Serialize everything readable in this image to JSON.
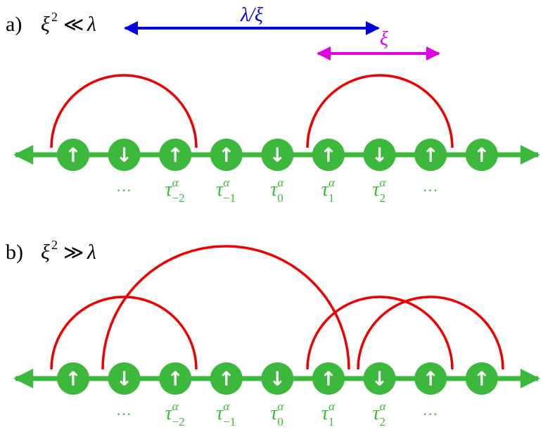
{
  "panels": [
    {
      "label": "a)",
      "condition": {
        "xi": "ξ",
        "exp": "2",
        "rel": "≪",
        "lambda": "λ"
      },
      "arrows": [
        {
          "text": "λ/ξ",
          "color": "#0000dd"
        },
        {
          "text": "ξ",
          "color": "#e000e0"
        }
      ],
      "spins": [
        "↑",
        "↓",
        "↑",
        "↑",
        "↓",
        "↑",
        "↓",
        "↑",
        "↑"
      ],
      "ticks": [
        {
          "text": "···"
        },
        {
          "base": "τ",
          "sup": "α",
          "sub": "−2"
        },
        {
          "base": "τ",
          "sup": "α",
          "sub": "−1"
        },
        {
          "base": "τ",
          "sup": "α",
          "sub": "0"
        },
        {
          "base": "τ",
          "sup": "α",
          "sub": "1"
        },
        {
          "base": "τ",
          "sup": "α",
          "sub": "2"
        },
        {
          "text": "···"
        }
      ]
    },
    {
      "label": "b)",
      "condition": {
        "xi": "ξ",
        "exp": "2",
        "rel": "≫",
        "lambda": "λ"
      },
      "spins": [
        "↑",
        "↓",
        "↑",
        "↑",
        "↓",
        "↑",
        "↓",
        "↑",
        "↑"
      ],
      "ticks": [
        {
          "text": "···"
        },
        {
          "base": "τ",
          "sup": "α",
          "sub": "−2"
        },
        {
          "base": "τ",
          "sup": "α",
          "sub": "−1"
        },
        {
          "base": "τ",
          "sup": "α",
          "sub": "0"
        },
        {
          "base": "τ",
          "sup": "α",
          "sub": "1"
        },
        {
          "base": "τ",
          "sup": "α",
          "sub": "2"
        },
        {
          "text": "···"
        }
      ]
    }
  ],
  "colors": {
    "chain": "#3cb93c",
    "arc": "#ee0000",
    "label_green": "#3cb93c"
  }
}
